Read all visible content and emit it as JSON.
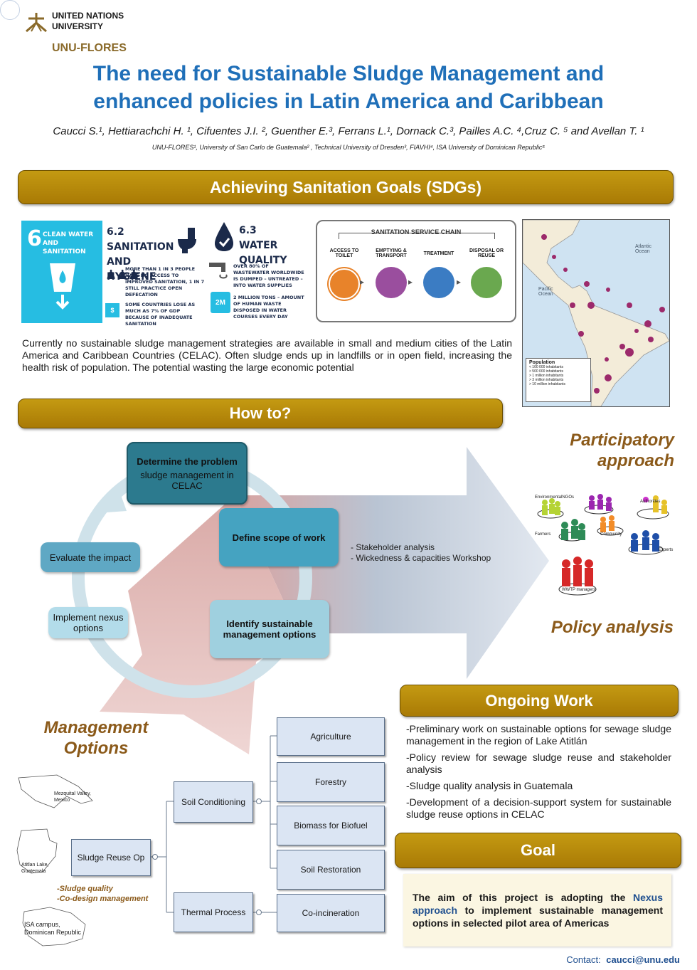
{
  "header": {
    "org_line1": "UNITED NATIONS",
    "org_line2": "UNIVERSITY",
    "unit": "UNU-FLORES",
    "title_line1": "The need for Sustainable Sludge Management and",
    "title_line2": "enhanced policies in Latin America and Caribbean",
    "authors": "Caucci S.¹, Hettiarachchi H. ¹, Cifuentes J.I. ², Guenther E.³, Ferrans L.¹, Dornack C.³, Pailles A.C. ⁴,Cruz C. ⁵ and Avellan T. ¹",
    "affiliations": "UNU-FLORES¹, University of San Carlo de Guatemala² , Technical University of Dresden³, FIAVHI⁴, ISA University of Dominican Republic⁵"
  },
  "sections": {
    "sanitation": "Achieving Sanitation Goals (SDGs)",
    "howto": "How to?",
    "ongoing": "Ongoing Work",
    "goal": "Goal"
  },
  "sdg": {
    "number": "6",
    "name": "CLEAN WATER AND SANITATION",
    "t62": "6.2 SANITATION AND HYGIENE",
    "t62_a": "MORE THAN 1 IN 3 PEOPLE HAVE NO ACCESS TO IMPROVED SANITATION, 1 IN 7 STILL PRACTICE OPEN DEFECATION",
    "t62_b": "SOME COUNTRIES LOSE AS MUCH AS 7% OF GDP BECAUSE OF INADEQUATE SANITATION",
    "t63": "6.3 WATER QUALITY",
    "t63_a": "OVER 80% OF WASTEWATER WORLDWIDE IS DUMPED – UNTREATED – INTO WATER SUPPLIES",
    "t63_b": "2 MILLION TONS – AMOUNT OF HUMAN WASTE DISPOSED IN WATER COURSES EVERY DAY",
    "badge_2m": "2M"
  },
  "chain": {
    "title": "SANITATION SERVICE CHAIN",
    "steps": [
      "ACCESS TO TOILET",
      "EMPTYING & TRANSPORT",
      "TREATMENT",
      "DISPOSAL OR REUSE"
    ]
  },
  "map": {
    "ocean1": "Atlantic Ocean",
    "ocean2": "Pacific Ocean",
    "legend_title": "Population",
    "legend_items": [
      "< 100 000 inhabitants",
      "> 500 000 inhabitants",
      "> 1 million inhabitants",
      "> 3 million inhabitants",
      "> 10 million inhabitants"
    ]
  },
  "intro_text": "Currently no sustainable sludge management strategies are available in small and medium cities of the Latin America and Caribbean Countries (CELAC). Often sludge ends up in landfills or in open field, increasing the health risk of population. The potential wasting the large economic potential",
  "cycle": {
    "determine_title": "Determine the problem",
    "determine_sub": "sludge management in CELAC",
    "scope": "Define scope of work",
    "identify": "Identify sustainable management options",
    "evaluate": "Evaluate the impact",
    "implement": "Implement nexus options",
    "bullet1": "- Stakeholder analysis",
    "bullet2": "- Wickedness & capacities Workshop"
  },
  "participatory": {
    "heading_line1": "Participatory",
    "heading_line2": "approach",
    "labels": [
      "EnvironmentalNGOs",
      "Authorities",
      "Farmers",
      "Community",
      "Experts",
      "WWTP managers"
    ]
  },
  "policy_heading": "Policy analysis",
  "management": {
    "heading_line1": "Management",
    "heading_line2": "Options",
    "place1": "Mezquital Valley, Mexico",
    "place2": "Atitlan Lake, Guatemala",
    "place3": "ISA campus, Dominican Republic",
    "note1": "-Sludge quality",
    "note2": "-Co-design management"
  },
  "tree": {
    "root": "Sludge Reuse Op",
    "soil": "Soil Conditioning",
    "thermal": "Thermal Process",
    "agri": "Agriculture",
    "forestry": "Forestry",
    "biomass": "Biomass for Biofuel",
    "restoration": "Soil Restoration",
    "coinc": "Co-incineration"
  },
  "ongoing_items": [
    "-Preliminary work on sustainable options for sewage sludge management in the region of Lake Atitlán",
    "-Policy review for sewage sludge reuse and stakeholder analysis",
    "-Sludge quality analysis in Guatemala",
    "-Development of a decision-support system for sustainable sludge reuse options in CELAC"
  ],
  "goal": {
    "pre": "The aim of this project is adopting the ",
    "highlight": "Nexus approach",
    "post": " to implement sustainable management options in selected pilot area of Americas"
  },
  "contact": {
    "label": "Contact:",
    "email": "caucci@unu.edu"
  },
  "colors": {
    "title_blue": "#1f6fb8",
    "gold": "#b8860b",
    "sdg_blue": "#26bde2",
    "brown": "#8b5a1a"
  }
}
